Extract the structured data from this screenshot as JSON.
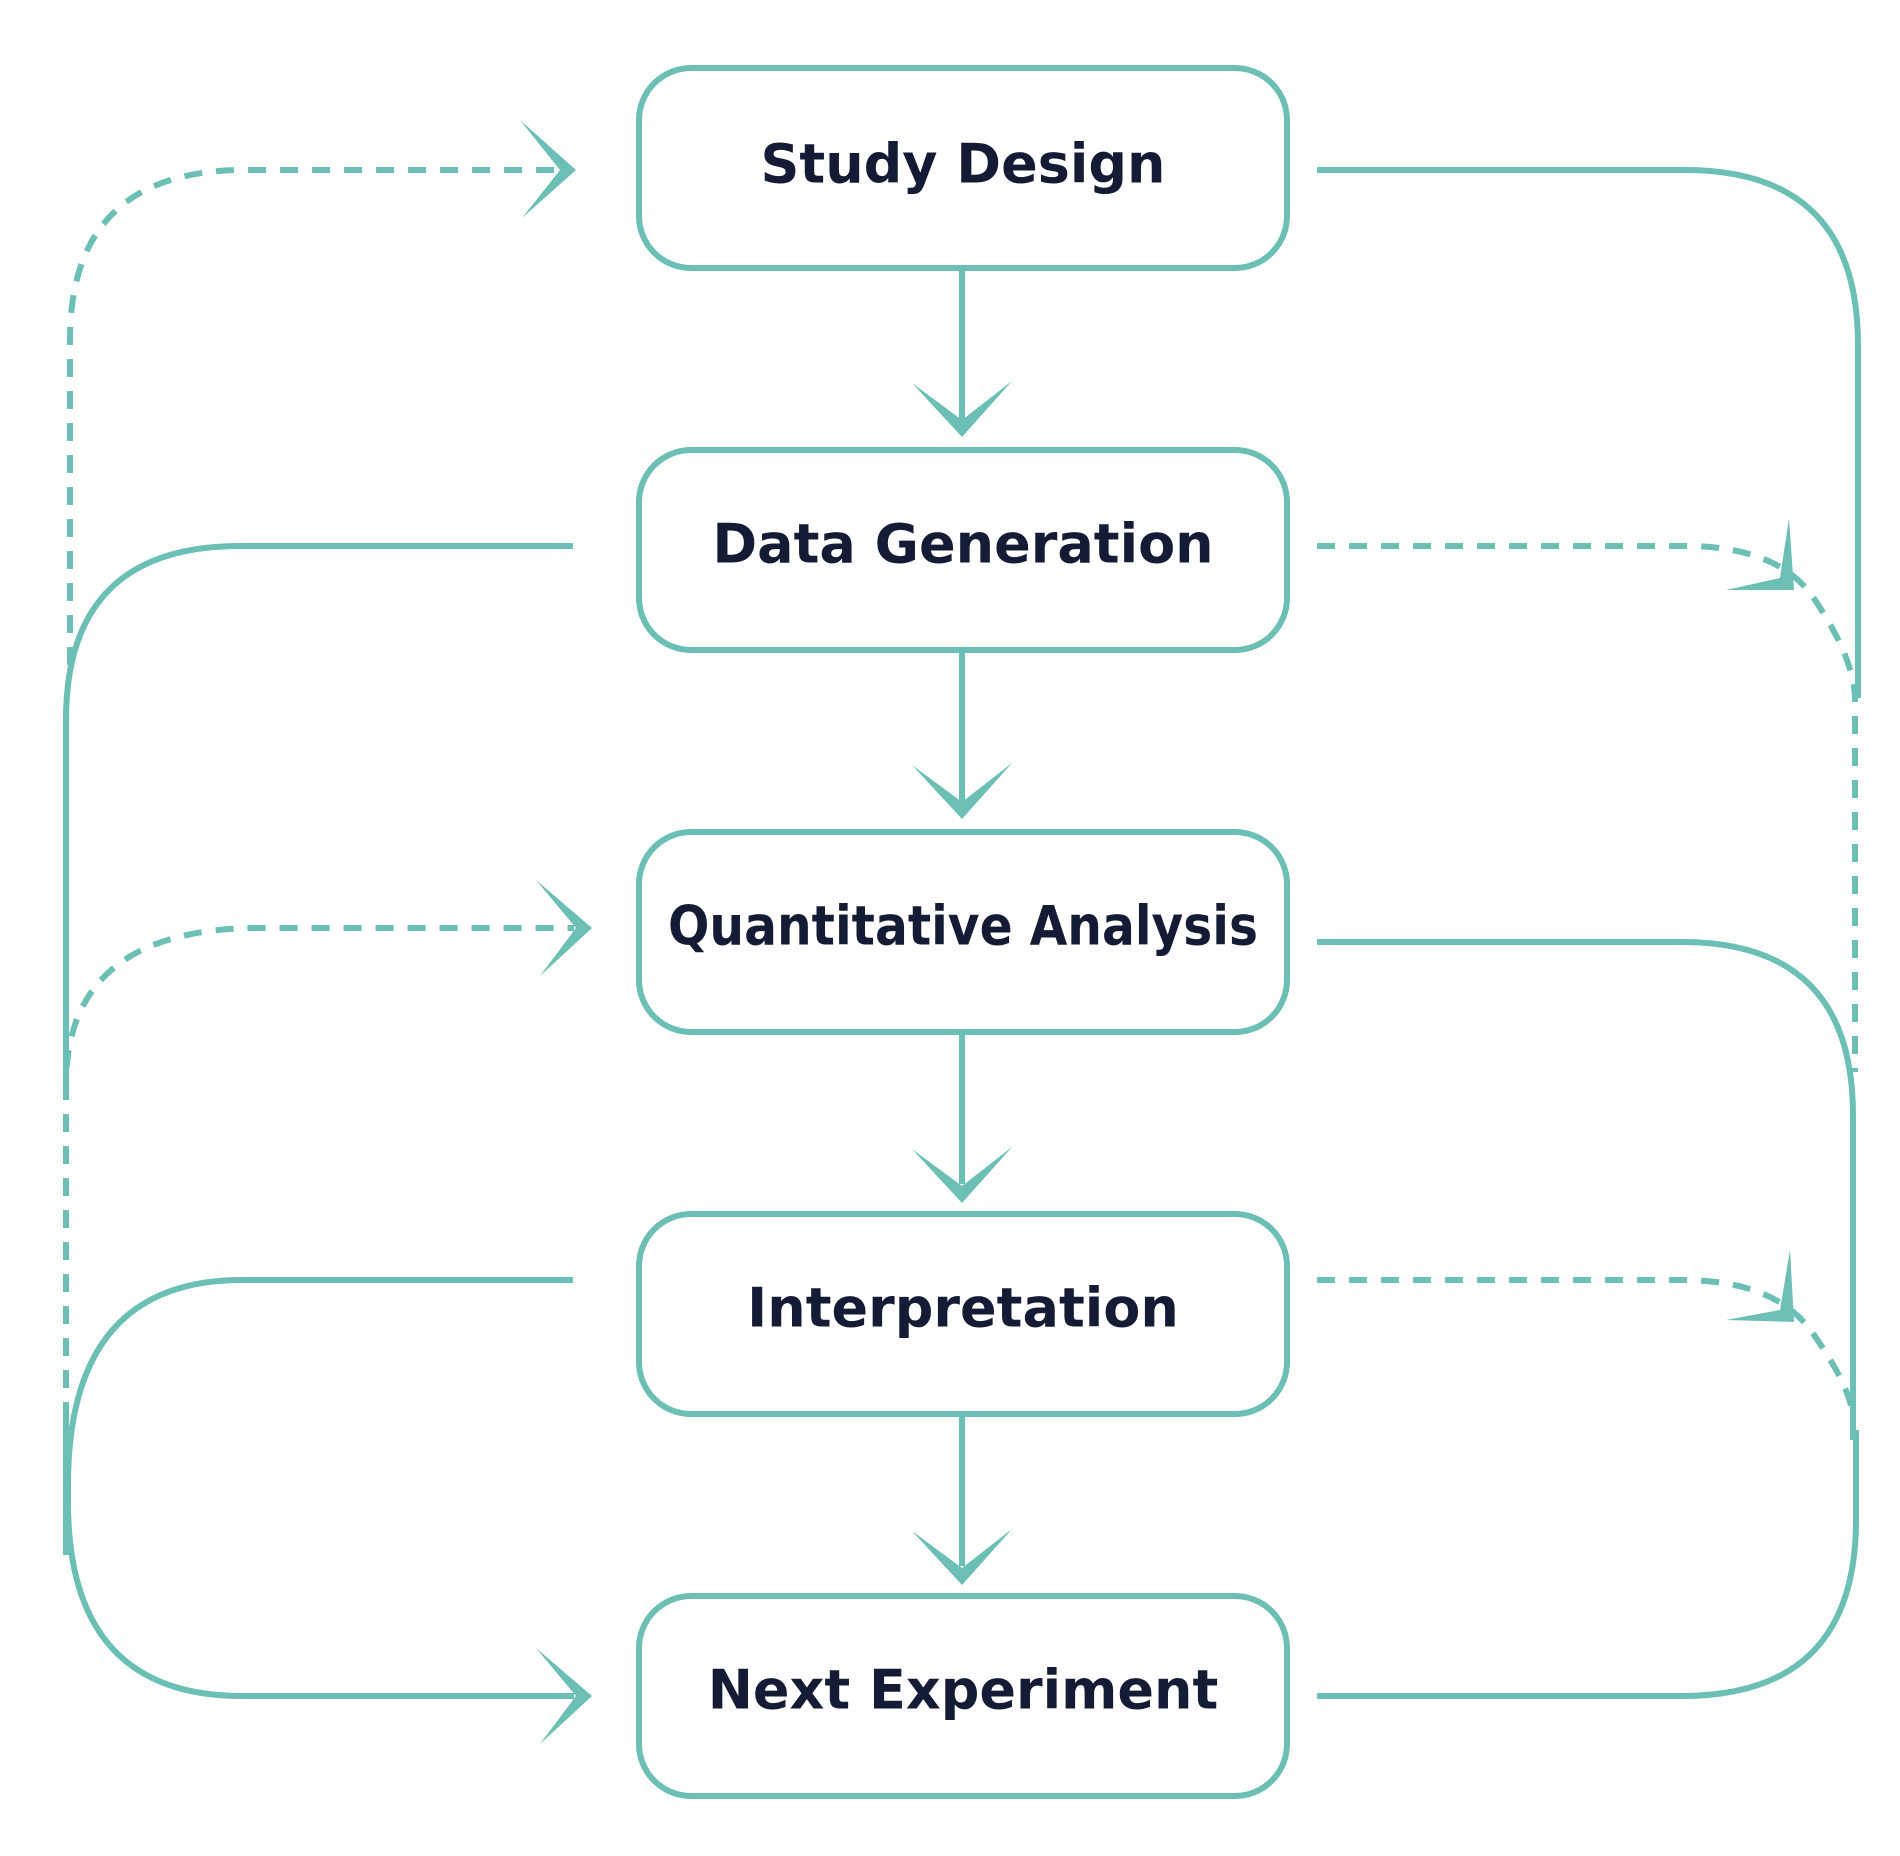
{
  "colors": {
    "accent": "#6bbfb5",
    "text": "#141b35",
    "background": "#ffffff"
  },
  "nodes": [
    {
      "id": "study-design",
      "label": "Study Design"
    },
    {
      "id": "data-generation",
      "label": "Data Generation"
    },
    {
      "id": "quantitative-analysis",
      "label": "Quantitative Analysis"
    },
    {
      "id": "interpretation",
      "label": "Interpretation"
    },
    {
      "id": "next-experiment",
      "label": "Next Experiment"
    }
  ]
}
